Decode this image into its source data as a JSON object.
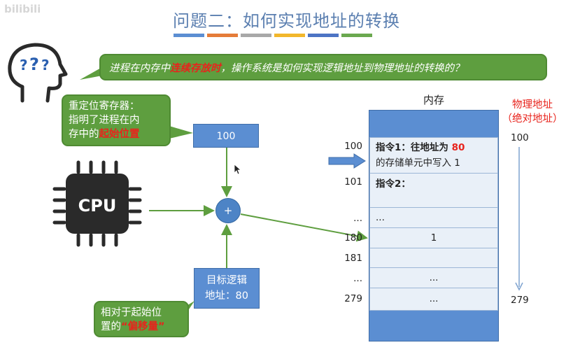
{
  "watermark": "bilibili",
  "title": "问题二：如何实现地址的转换",
  "colors": {
    "bars": [
      "#5b8ed2",
      "#e57c39",
      "#a8a8a8",
      "#f2b72c",
      "#4d74c4",
      "#6aa84f"
    ],
    "bubble": "#5e9e3f",
    "box": "#5b8ed2",
    "highlight": "#e8231c"
  },
  "question": {
    "pre": "进程在内存中",
    "highlight": "连续存放时",
    "post": "，操作系统是如何实现逻辑地址到物理地址的转换的？"
  },
  "reloc_bubble": {
    "line1": "重定位寄存器：",
    "line2": "指明了进程在内",
    "line3_pre": "存中的",
    "line3_highlight": "起始位置"
  },
  "reloc_register": {
    "value": "100"
  },
  "cpu": {
    "label": "CPU"
  },
  "adder": {
    "symbol": "+"
  },
  "target": {
    "line1": "目标逻辑",
    "line2": "地址：80"
  },
  "offset_bubble": {
    "line1": "相对于起始位",
    "line2_pre": "置的",
    "line2_quote_open": "“",
    "line2_highlight": "偏移量",
    "line2_quote_close": "”"
  },
  "memory": {
    "label": "内存",
    "cells": [
      {
        "addr": "100",
        "line1_pre": "指令1：往地址为 ",
        "line1_highlight": "80",
        "line2": "的存储单元中写入 1"
      },
      {
        "addr": "101",
        "text": "指令2："
      },
      {
        "addr": "...",
        "text": "..."
      },
      {
        "addr": "180",
        "text": "1"
      },
      {
        "addr": "181",
        "text": ""
      },
      {
        "addr": "...",
        "text": "..."
      },
      {
        "addr": "279",
        "text": "..."
      }
    ]
  },
  "physical": {
    "label_line1": "物理地址",
    "label_line2": "（绝对地址）",
    "start": "100",
    "end": "279"
  }
}
